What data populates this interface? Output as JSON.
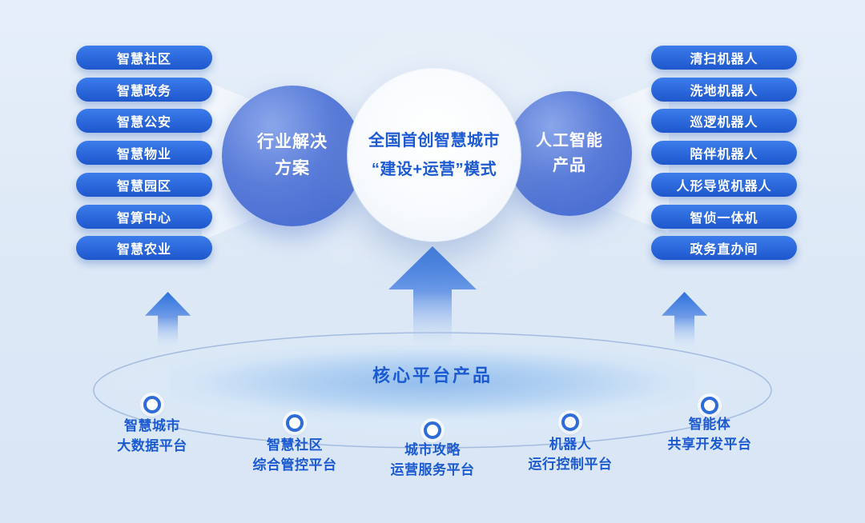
{
  "colors": {
    "background": "#dce8f6",
    "pill_blue": "#1e57cc",
    "circle_blue": "#4a6ed2",
    "text_blue": "#1c5ad2",
    "white": "#ffffff"
  },
  "left_column": {
    "items": [
      "智慧社区",
      "智慧政务",
      "智慧公安",
      "智慧物业",
      "智慧园区",
      "智算中心",
      "智慧农业"
    ]
  },
  "right_column": {
    "items": [
      "清扫机器人",
      "洗地机器人",
      "巡逻机器人",
      "陪伴机器人",
      "人形导览机器人",
      "智侦一体机",
      "政务直办间"
    ]
  },
  "circles": {
    "left": {
      "line1": "行业解决",
      "line2": "方案"
    },
    "center": {
      "line1": "全国首创智慧城市",
      "line2": "“建设+运营”模式"
    },
    "right": {
      "line1": "人工智能",
      "line2": "产品"
    }
  },
  "platform": {
    "title": "核心平台产品",
    "items": [
      {
        "line1": "智慧城市",
        "line2": "大数据平台"
      },
      {
        "line1": "智慧社区",
        "line2": "综合管控平台"
      },
      {
        "line1": "城市攻略",
        "line2": "运营服务平台"
      },
      {
        "line1": "机器人",
        "line2": "运行控制平台"
      },
      {
        "line1": "智能体",
        "line2": "共享开发平台"
      }
    ]
  }
}
